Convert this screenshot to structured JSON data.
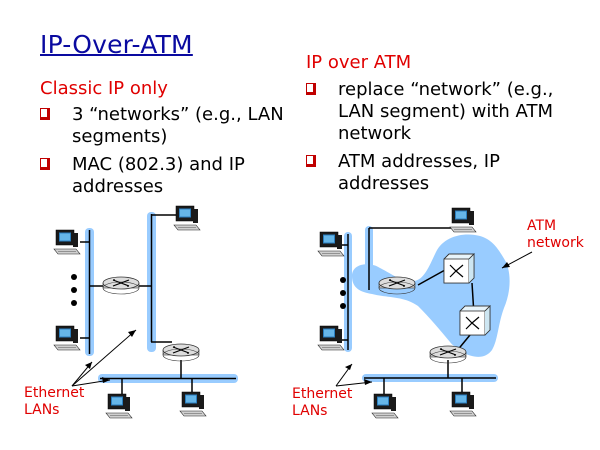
{
  "title": "IP-Over-ATM",
  "left": {
    "subtitle": "Classic IP only",
    "bullets": [
      {
        "text": "3 “networks” (e.g., LAN segments)"
      },
      {
        "text": "MAC (802.3) and IP addresses"
      }
    ],
    "ethernet_label_1": "Ethernet",
    "ethernet_label_2": "LANs"
  },
  "right": {
    "subtitle": "IP over ATM",
    "bullets": [
      {
        "text": "replace “network” (e.g., LAN segment) with ATM network"
      },
      {
        "text": "ATM addresses, IP addresses"
      }
    ],
    "atm_label_1": "ATM",
    "atm_label_2": "network",
    "ethernet_label_1": "Ethernet",
    "ethernet_label_2": "LANs"
  },
  "colors": {
    "title": "#0a0aa0",
    "accent_red": "#e00000",
    "lan_blue": "#99ccff",
    "atm_cloud": "#99ccff"
  },
  "icons": [
    "computer-icon",
    "router-icon",
    "atm-switch-icon",
    "checkbox-bullet-icon"
  ]
}
